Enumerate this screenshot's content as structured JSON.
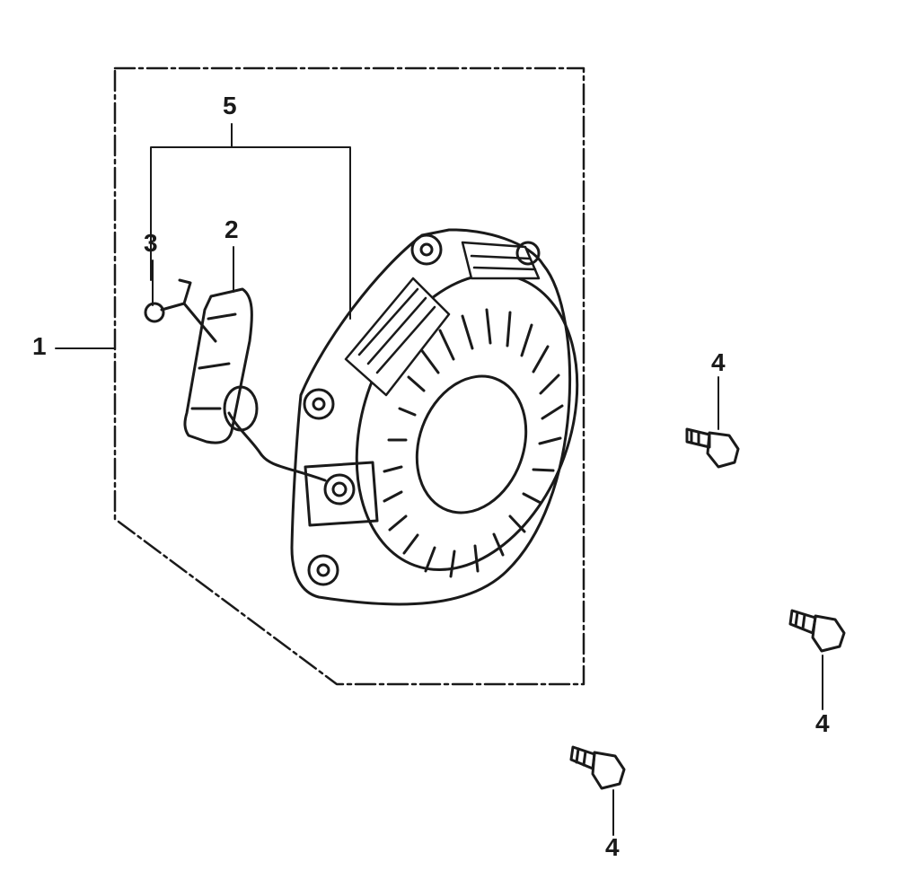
{
  "callouts": {
    "assembly": "1",
    "handle": "2",
    "clip": "3",
    "bolt_right_upper": "4",
    "bolt_right_lower": "4",
    "bolt_bottom": "4",
    "rope_set": "5"
  },
  "colors": {
    "ink": "#1a1a1a",
    "background": "#ffffff",
    "part_fill": "#ffffff"
  }
}
